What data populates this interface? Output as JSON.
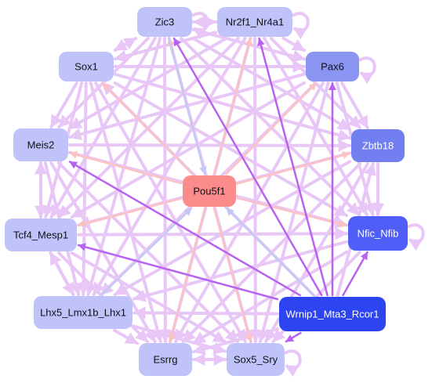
{
  "diagram": {
    "type": "gene-regulatory-network",
    "center_node": "Pou5f1",
    "nodes": [
      {
        "id": "zic3",
        "label": "Zic3",
        "fill": "#bfc3fa",
        "text": "#111111"
      },
      {
        "id": "nr2f1",
        "label": "Nr2f1_Nr4a1",
        "fill": "#bfc3fa",
        "text": "#111111"
      },
      {
        "id": "sox1",
        "label": "Sox1",
        "fill": "#bfc3fa",
        "text": "#111111"
      },
      {
        "id": "pax6",
        "label": "Pax6",
        "fill": "#8a95f2",
        "text": "#111111"
      },
      {
        "id": "meis2",
        "label": "Meis2",
        "fill": "#bfc3fa",
        "text": "#111111"
      },
      {
        "id": "zbtb18",
        "label": "Zbtb18",
        "fill": "#727ff1",
        "text": "#ffffff"
      },
      {
        "id": "pou5f1",
        "label": "Pou5f1",
        "fill": "#fc8b8b",
        "text": "#111111"
      },
      {
        "id": "tcf4",
        "label": "Tcf4_Mesp1",
        "fill": "#bfc3fa",
        "text": "#111111"
      },
      {
        "id": "nfic",
        "label": "Nfic_Nfib",
        "fill": "#4f5ef6",
        "text": "#ffffff"
      },
      {
        "id": "lhx5",
        "label": "Lhx5_Lmx1b_Lhx1",
        "fill": "#bfc3fa",
        "text": "#111111"
      },
      {
        "id": "wrnip1",
        "label": "Wrnip1_Mta3_Rcor1",
        "fill": "#2d44f3",
        "text": "#ffffff"
      },
      {
        "id": "esrrg",
        "label": "Esrrg",
        "fill": "#bfc3fa",
        "text": "#111111"
      },
      {
        "id": "sox5",
        "label": "Sox5_Sry",
        "fill": "#bfc3fa",
        "text": "#111111"
      }
    ],
    "edge_colors": {
      "light": "#e8c7f7",
      "dark": "#b863f0",
      "red": "#fcc1c1",
      "blue": "#c3c9f5"
    },
    "edges": [
      {
        "from": "wrnip1",
        "to": "zic3",
        "kind": "dark"
      },
      {
        "from": "wrnip1",
        "to": "nr2f1",
        "kind": "dark"
      },
      {
        "from": "wrnip1",
        "to": "meis2",
        "kind": "dark"
      },
      {
        "from": "wrnip1",
        "to": "tcf4",
        "kind": "dark"
      },
      {
        "from": "wrnip1",
        "to": "pax6",
        "kind": "dark"
      },
      {
        "from": "wrnip1",
        "to": "nfic",
        "kind": "dark"
      },
      {
        "from": "wrnip1",
        "to": "sox5",
        "kind": "dark"
      },
      {
        "from": "wrnip1",
        "to": "pou5f1",
        "kind": "blue"
      },
      {
        "from": "wrnip1",
        "to": "sox1",
        "kind": "light"
      },
      {
        "from": "wrnip1",
        "to": "lhx5",
        "kind": "light"
      },
      {
        "from": "wrnip1",
        "to": "esrrg",
        "kind": "light"
      },
      {
        "from": "wrnip1",
        "to": "zbtb18",
        "kind": "light"
      },
      {
        "from": "pou5f1",
        "to": "zic3",
        "kind": "red"
      },
      {
        "from": "pou5f1",
        "to": "nr2f1",
        "kind": "red"
      },
      {
        "from": "pou5f1",
        "to": "pax6",
        "kind": "red"
      },
      {
        "from": "pou5f1",
        "to": "zbtb18",
        "kind": "red"
      },
      {
        "from": "pou5f1",
        "to": "nfic",
        "kind": "red"
      },
      {
        "from": "pou5f1",
        "to": "sox5",
        "kind": "red"
      },
      {
        "from": "pou5f1",
        "to": "esrrg",
        "kind": "red"
      },
      {
        "from": "pou5f1",
        "to": "tcf4",
        "kind": "red"
      },
      {
        "from": "pou5f1",
        "to": "meis2",
        "kind": "red"
      },
      {
        "from": "pou5f1",
        "to": "sox1",
        "kind": "red"
      },
      {
        "from": "zic3",
        "to": "pou5f1",
        "kind": "blue"
      },
      {
        "from": "lhx5",
        "to": "pou5f1",
        "kind": "blue"
      },
      {
        "from": "zic3",
        "to": "nr2f1",
        "kind": "light"
      },
      {
        "from": "zic3",
        "to": "sox1",
        "kind": "light"
      },
      {
        "from": "zic3",
        "to": "pax6",
        "kind": "light"
      },
      {
        "from": "zic3",
        "to": "meis2",
        "kind": "light"
      },
      {
        "from": "zic3",
        "to": "zbtb18",
        "kind": "light"
      },
      {
        "from": "zic3",
        "to": "tcf4",
        "kind": "light"
      },
      {
        "from": "zic3",
        "to": "nfic",
        "kind": "light"
      },
      {
        "from": "zic3",
        "to": "lhx5",
        "kind": "light"
      },
      {
        "from": "zic3",
        "to": "esrrg",
        "kind": "light"
      },
      {
        "from": "zic3",
        "to": "sox5",
        "kind": "light"
      },
      {
        "from": "nr2f1",
        "to": "sox1",
        "kind": "light"
      },
      {
        "from": "nr2f1",
        "to": "pax6",
        "kind": "light"
      },
      {
        "from": "nr2f1",
        "to": "meis2",
        "kind": "light"
      },
      {
        "from": "nr2f1",
        "to": "zbtb18",
        "kind": "light"
      },
      {
        "from": "nr2f1",
        "to": "tcf4",
        "kind": "light"
      },
      {
        "from": "nr2f1",
        "to": "nfic",
        "kind": "light"
      },
      {
        "from": "nr2f1",
        "to": "lhx5",
        "kind": "light"
      },
      {
        "from": "nr2f1",
        "to": "esrrg",
        "kind": "light"
      },
      {
        "from": "nr2f1",
        "to": "sox5",
        "kind": "light"
      },
      {
        "from": "sox1",
        "to": "pax6",
        "kind": "light"
      },
      {
        "from": "sox1",
        "to": "meis2",
        "kind": "light"
      },
      {
        "from": "sox1",
        "to": "zbtb18",
        "kind": "light"
      },
      {
        "from": "sox1",
        "to": "tcf4",
        "kind": "light"
      },
      {
        "from": "sox1",
        "to": "nfic",
        "kind": "light"
      },
      {
        "from": "sox1",
        "to": "lhx5",
        "kind": "light"
      },
      {
        "from": "sox1",
        "to": "esrrg",
        "kind": "light"
      },
      {
        "from": "sox1",
        "to": "sox5",
        "kind": "light"
      },
      {
        "from": "pax6",
        "to": "meis2",
        "kind": "light"
      },
      {
        "from": "pax6",
        "to": "zbtb18",
        "kind": "light"
      },
      {
        "from": "pax6",
        "to": "tcf4",
        "kind": "light"
      },
      {
        "from": "pax6",
        "to": "nfic",
        "kind": "light"
      },
      {
        "from": "pax6",
        "to": "lhx5",
        "kind": "light"
      },
      {
        "from": "pax6",
        "to": "esrrg",
        "kind": "light"
      },
      {
        "from": "pax6",
        "to": "sox5",
        "kind": "light"
      },
      {
        "from": "meis2",
        "to": "zbtb18",
        "kind": "light"
      },
      {
        "from": "meis2",
        "to": "tcf4",
        "kind": "light"
      },
      {
        "from": "meis2",
        "to": "nfic",
        "kind": "light"
      },
      {
        "from": "meis2",
        "to": "lhx5",
        "kind": "light"
      },
      {
        "from": "meis2",
        "to": "esrrg",
        "kind": "light"
      },
      {
        "from": "meis2",
        "to": "sox5",
        "kind": "light"
      },
      {
        "from": "zbtb18",
        "to": "tcf4",
        "kind": "light"
      },
      {
        "from": "zbtb18",
        "to": "nfic",
        "kind": "light"
      },
      {
        "from": "zbtb18",
        "to": "lhx5",
        "kind": "light"
      },
      {
        "from": "zbtb18",
        "to": "esrrg",
        "kind": "light"
      },
      {
        "from": "zbtb18",
        "to": "sox5",
        "kind": "light"
      },
      {
        "from": "tcf4",
        "to": "nfic",
        "kind": "light"
      },
      {
        "from": "tcf4",
        "to": "lhx5",
        "kind": "light"
      },
      {
        "from": "tcf4",
        "to": "esrrg",
        "kind": "light"
      },
      {
        "from": "tcf4",
        "to": "sox5",
        "kind": "light"
      },
      {
        "from": "nfic",
        "to": "lhx5",
        "kind": "light"
      },
      {
        "from": "nfic",
        "to": "esrrg",
        "kind": "light"
      },
      {
        "from": "nfic",
        "to": "sox5",
        "kind": "light"
      },
      {
        "from": "lhx5",
        "to": "esrrg",
        "kind": "light"
      },
      {
        "from": "lhx5",
        "to": "sox5",
        "kind": "light"
      },
      {
        "from": "esrrg",
        "to": "sox5",
        "kind": "light"
      },
      {
        "from": "sox5",
        "to": "esrrg",
        "kind": "light"
      },
      {
        "from": "nr2f1",
        "to": "zic3",
        "kind": "light"
      },
      {
        "from": "tcf4",
        "to": "meis2",
        "kind": "light"
      },
      {
        "from": "lhx5",
        "to": "tcf4",
        "kind": "light"
      },
      {
        "from": "sox1",
        "to": "zic3",
        "kind": "light"
      }
    ],
    "self_loops": [
      "zic3",
      "nr2f1",
      "pax6",
      "nfic",
      "sox5"
    ]
  }
}
